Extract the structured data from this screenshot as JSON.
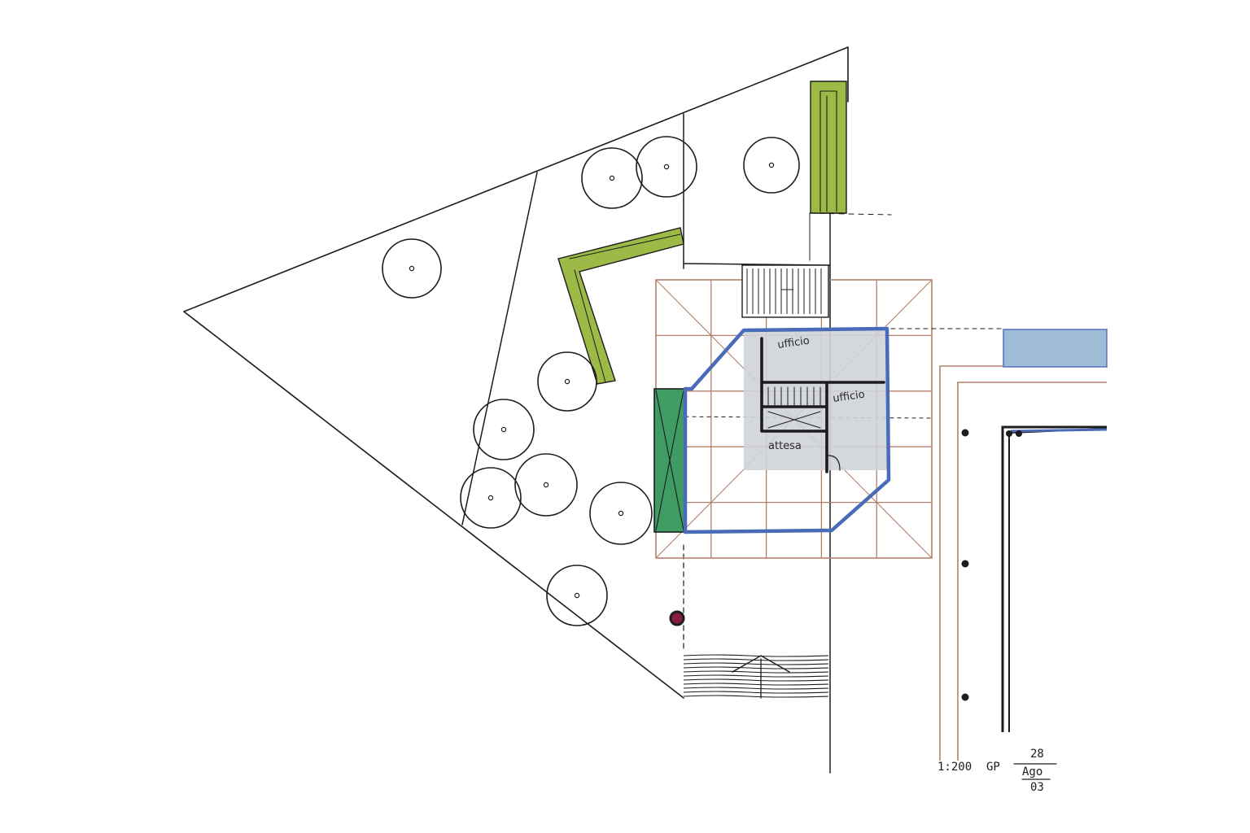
{
  "drawing": {
    "room_labels": {
      "office_top": "ufficio",
      "office_right": "ufficio",
      "waiting": "attesa"
    },
    "scale_text": "1:200",
    "initials": "GP",
    "date": {
      "day": "28",
      "month": "Ago",
      "year": "03"
    }
  },
  "colors": {
    "ink": "#1c1c1c",
    "hedge_green": "#9cba45",
    "courtyard_green": "#3f9c63",
    "building_fill": "#cfd3d7",
    "outline_blue": "#4a6bb8",
    "grid_brown": "#b4806a",
    "pool_blue": "#9fbcd6",
    "tree_trunk": "#8b1d3a"
  },
  "icons": {
    "tree": "tree-icon",
    "column": "column-dot-icon",
    "north_arrow": "arrow-icon"
  }
}
